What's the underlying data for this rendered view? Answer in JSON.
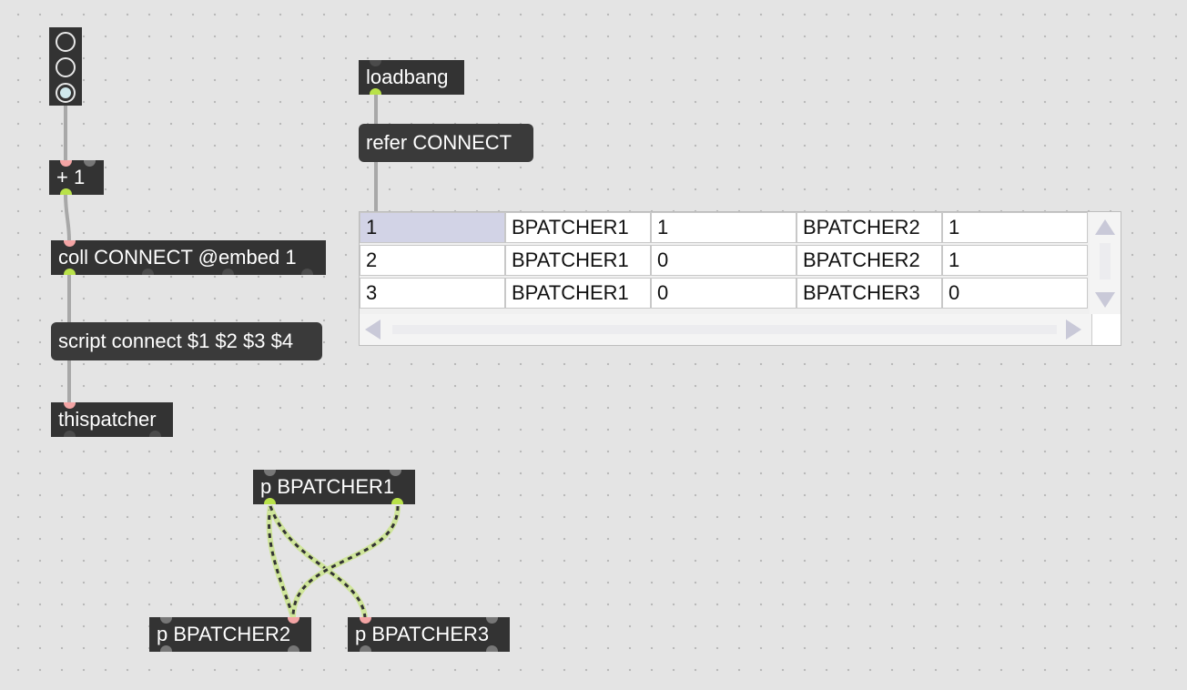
{
  "radio": {
    "count": 3,
    "selected_index": 2
  },
  "objects": {
    "loadbang": "loadbang",
    "refer_connect": "refer CONNECT",
    "plus_one": "+ 1",
    "coll": "coll CONNECT @embed 1",
    "script_connect": "script connect $1 $2 $3 $4",
    "thispatcher": "thispatcher",
    "bpatcher1": "p BPATCHER1",
    "bpatcher2": "p BPATCHER2",
    "bpatcher3": "p BPATCHER3"
  },
  "jit_cellblock": {
    "selected_cell": "1",
    "rows": [
      [
        "1",
        "BPATCHER1",
        "1",
        "BPATCHER2",
        "1"
      ],
      [
        "2",
        "BPATCHER1",
        "0",
        "BPATCHER2",
        "1"
      ],
      [
        "3",
        "BPATCHER1",
        "0",
        "BPATCHER3",
        "0"
      ]
    ]
  },
  "colors": {
    "canvas": "#e4e4e4",
    "object_fill": "#333333",
    "cord": "#a8a8a8",
    "signal_cord_a": "#cfe59a",
    "signal_cord_b": "#333333",
    "inlet_hot": "#f3a4a4",
    "outlet_active": "#b9e24a",
    "cell_selected": "#d2d3e6"
  }
}
